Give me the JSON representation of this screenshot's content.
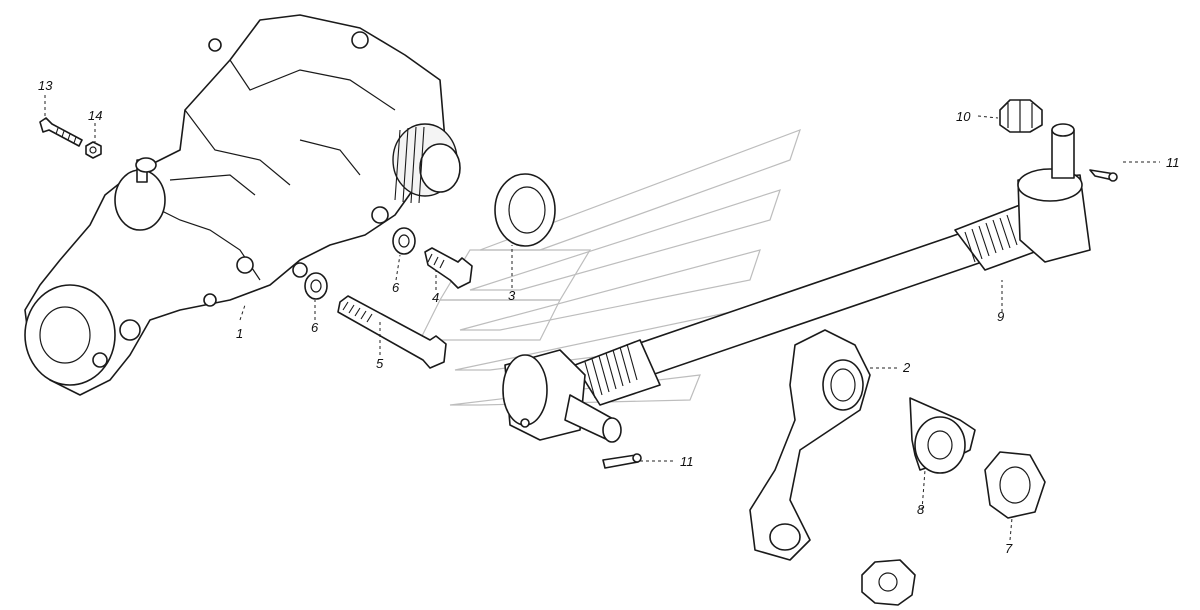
{
  "callouts": {
    "c1": "1",
    "c2": "2",
    "c3": "3",
    "c4": "4",
    "c5": "5",
    "c6a": "6",
    "c6b": "6",
    "c7": "7",
    "c8": "8",
    "c9": "9",
    "c10": "10",
    "c11a": "11",
    "c11b": "11",
    "c13": "13",
    "c14": "14"
  }
}
